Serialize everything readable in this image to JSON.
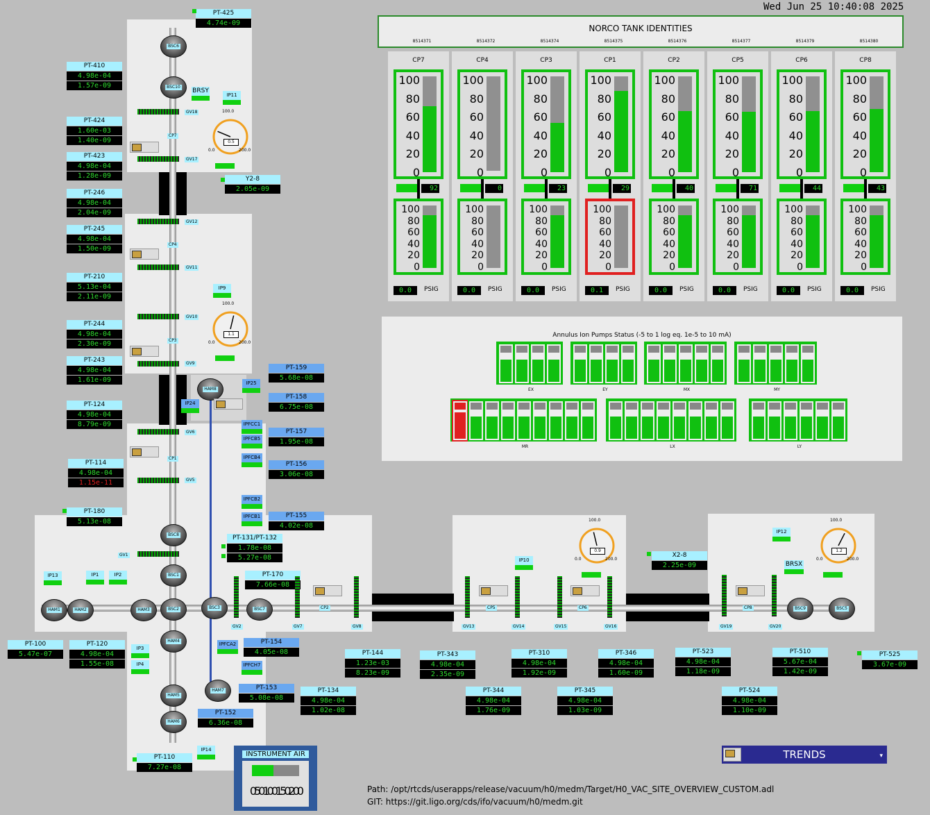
{
  "datetime": "Wed Jun 25 10:40:08 2025",
  "norco": {
    "title": "NORCO TANK IDENTITIES",
    "serials": [
      "8514371",
      "8514372",
      "8514374",
      "8514375",
      "8514376",
      "8514377",
      "8514379",
      "8514380"
    ],
    "tanks": [
      {
        "name": "CP7",
        "level": 92,
        "level_text": "92",
        "level_fill": 0.7,
        "bottom_fill": 0.85,
        "psig": "0.0",
        "alarm": false
      },
      {
        "name": "CP4",
        "level": 0,
        "level_text": "0",
        "level_fill": 0.0,
        "bottom_fill": 0.0,
        "psig": "0.0",
        "alarm": false
      },
      {
        "name": "CP3",
        "level": 23,
        "level_text": "23",
        "level_fill": 0.52,
        "bottom_fill": 0.85,
        "psig": "0.0",
        "alarm": false
      },
      {
        "name": "CP1",
        "level": 29,
        "level_text": "29",
        "level_fill": 0.86,
        "bottom_fill": 0.0,
        "psig": "0.1",
        "alarm": true
      },
      {
        "name": "CP2",
        "level": 40,
        "level_text": "40",
        "level_fill": 0.65,
        "bottom_fill": 0.85,
        "psig": "0.0",
        "alarm": false
      },
      {
        "name": "CP5",
        "level": 71,
        "level_text": "71",
        "level_fill": 0.64,
        "bottom_fill": 0.85,
        "psig": "0.0",
        "alarm": false
      },
      {
        "name": "CP6",
        "level": 44,
        "level_text": "44",
        "level_fill": 0.65,
        "bottom_fill": 0.85,
        "psig": "0.0",
        "alarm": false
      },
      {
        "name": "CP8",
        "level": 43,
        "level_text": "43",
        "level_fill": 0.67,
        "bottom_fill": 0.85,
        "psig": "0.0",
        "alarm": false
      }
    ],
    "scale_ticks": [
      "100",
      "80",
      "60",
      "40",
      "20",
      "0"
    ],
    "psig_unit": "PSIG"
  },
  "ion_pumps": {
    "title": "Annulus Ion Pumps Status (-5 to 1 log eq. 1e-5 to 10 mA)",
    "groups_top": [
      {
        "name": "EX",
        "count": 4,
        "fills": [
          0.8,
          0.8,
          0.8,
          0.8
        ]
      },
      {
        "name": "EY",
        "count": 4,
        "fills": [
          0.8,
          0.8,
          0.8,
          0.8
        ]
      },
      {
        "name": "MX",
        "count": 5,
        "fills": [
          0.8,
          0.8,
          0.8,
          0.8,
          0.8
        ]
      },
      {
        "name": "MY",
        "count": 5,
        "fills": [
          0.8,
          0.8,
          0.8,
          0.8,
          0.8
        ]
      }
    ],
    "groups_bottom": [
      {
        "name": "MR",
        "count": 9,
        "fills": [
          0.95,
          0.8,
          0.8,
          0.8,
          0.8,
          0.8,
          0.8,
          0.8,
          0.8
        ],
        "alarm_first": true
      },
      {
        "name": "LX",
        "count": 8,
        "fills": [
          0.8,
          0.8,
          0.8,
          0.8,
          0.8,
          0.8,
          0.8,
          0.8
        ]
      },
      {
        "name": "LY",
        "count": 6,
        "fills": [
          0.8,
          0.8,
          0.8,
          0.8,
          0.8,
          0.8
        ]
      }
    ]
  },
  "gauges_pt": [
    {
      "name": "PT-425",
      "value": "4.74e-09"
    },
    {
      "name": "PT-410",
      "v1": "4.98e-04",
      "v2": "1.57e-09"
    },
    {
      "name": "PT-424",
      "v1": "1.60e-03",
      "v2": "1.40e-09"
    },
    {
      "name": "PT-423",
      "v1": "4.98e-04",
      "v2": "1.28e-09"
    },
    {
      "name": "PT-246",
      "v1": "4.98e-04",
      "v2": "2.04e-09"
    },
    {
      "name": "PT-245",
      "v1": "4.98e-04",
      "v2": "1.50e-09"
    },
    {
      "name": "PT-210",
      "v1": "5.13e-04",
      "v2": "2.11e-09"
    },
    {
      "name": "PT-244",
      "v1": "4.98e-04",
      "v2": "2.30e-09"
    },
    {
      "name": "PT-243",
      "v1": "4.98e-04",
      "v2": "1.61e-09"
    },
    {
      "name": "PT-124",
      "v1": "4.98e-04",
      "v2": "8.79e-09"
    },
    {
      "name": "PT-114",
      "v1": "4.98e-04",
      "v2": "1.15e-11"
    },
    {
      "name": "PT-180",
      "value": "5.13e-08"
    },
    {
      "name": "Y2-8",
      "value": "2.05e-09"
    },
    {
      "name": "PT-159",
      "value": "5.68e-08"
    },
    {
      "name": "PT-158",
      "value": "6.75e-08"
    },
    {
      "name": "PT-157",
      "value": "1.95e-08"
    },
    {
      "name": "PT-156",
      "value": "3.06e-08"
    },
    {
      "name": "PT-155",
      "value": "4.02e-08"
    },
    {
      "name": "PT-131/PT-132",
      "v1": "1.78e-08",
      "v2": "5.27e-08"
    },
    {
      "name": "PT-170",
      "value": "7.66e-08"
    },
    {
      "name": "PT-100",
      "value": "5.47e-07"
    },
    {
      "name": "PT-120",
      "v1": "4.98e-04",
      "v2": "1.55e-08"
    },
    {
      "name": "PT-154",
      "value": "4.05e-08"
    },
    {
      "name": "PT-153",
      "value": "5.08e-08"
    },
    {
      "name": "PT-152",
      "value": "6.36e-08"
    },
    {
      "name": "PT-110",
      "value": "7.27e-08"
    },
    {
      "name": "PT-134",
      "v1": "4.98e-04",
      "v2": "1.02e-08"
    },
    {
      "name": "PT-144",
      "v1": "1.23e-03",
      "v2": "8.23e-09"
    },
    {
      "name": "PT-343",
      "v1": "4.98e-04",
      "v2": "2.35e-09"
    },
    {
      "name": "PT-344",
      "v1": "4.98e-04",
      "v2": "1.76e-09"
    },
    {
      "name": "PT-310",
      "v1": "4.98e-04",
      "v2": "1.92e-09"
    },
    {
      "name": "PT-345",
      "v1": "4.98e-04",
      "v2": "1.03e-09"
    },
    {
      "name": "PT-346",
      "v1": "4.98e-04",
      "v2": "1.60e-09"
    },
    {
      "name": "X2-8",
      "value": "2.25e-09"
    },
    {
      "name": "PT-523",
      "v1": "4.98e-04",
      "v2": "1.18e-09"
    },
    {
      "name": "PT-524",
      "v1": "4.98e-04",
      "v2": "1.10e-09"
    },
    {
      "name": "PT-510",
      "v1": "5.67e-04",
      "v2": "1.42e-09"
    },
    {
      "name": "PT-525",
      "value": "3.67e-09"
    }
  ],
  "chambers": [
    "BSC6",
    "BSC10",
    "BSC8",
    "BSC1",
    "BSC2",
    "BSC3",
    "BSC7",
    "HAM1",
    "HAM2",
    "HAM3",
    "HAM4",
    "HAM5",
    "HAM6",
    "HAM7",
    "HAM8",
    "BSC9",
    "BSC5"
  ],
  "valves": [
    "GV18",
    "GV17",
    "GV12",
    "GV11",
    "GV10",
    "GV9",
    "GV6",
    "GV5",
    "GV1",
    "GV2",
    "GV7",
    "GV8",
    "GV13",
    "GV14",
    "GV15",
    "GV16",
    "GV19",
    "GV20"
  ],
  "cp_labels": [
    "CP7",
    "CP4",
    "CP3",
    "CP1",
    "CP2",
    "CP5",
    "CP6",
    "CP8"
  ],
  "ip_labels": [
    "IP11",
    "IP9",
    "IP25",
    "IP24",
    "IP13",
    "IP1",
    "IP2",
    "IP3",
    "IP4",
    "IP14",
    "IP10",
    "IP12",
    "IPFCC1",
    "IPFCB5",
    "IPFCB4",
    "IPFCB2",
    "IPFCB1",
    "IPFCA2",
    "IPFCH7"
  ],
  "misc_labels": {
    "brsy": "BRSY",
    "brsx": "BRSX"
  },
  "dials": [
    {
      "value": "0.5",
      "level": 0.5
    },
    {
      "value": "1.1",
      "level": 1.1
    },
    {
      "value": "0.9",
      "level": 0.9
    },
    {
      "value": "1.2",
      "level": 1.2
    }
  ],
  "dial_ticks": [
    "100.0",
    "80.0",
    "120.0",
    "60.0",
    "140.0",
    "40.0",
    "160.0",
    "20.0",
    "180.0",
    "0.0",
    "200.0"
  ],
  "instrument_air": {
    "title": "INSTRUMENT AIR",
    "digits": "050100150200",
    "fill": 0.45
  },
  "trends_button": "TRENDS",
  "path": "Path: /opt/rtcds/userapps/release/vacuum/h0/medm/Target/H0_VAC_SITE_OVERVIEW_CUSTOM.adl",
  "git": "GIT: https://git.ligo.org/cds/ifo/vacuum/h0/medm.git"
}
